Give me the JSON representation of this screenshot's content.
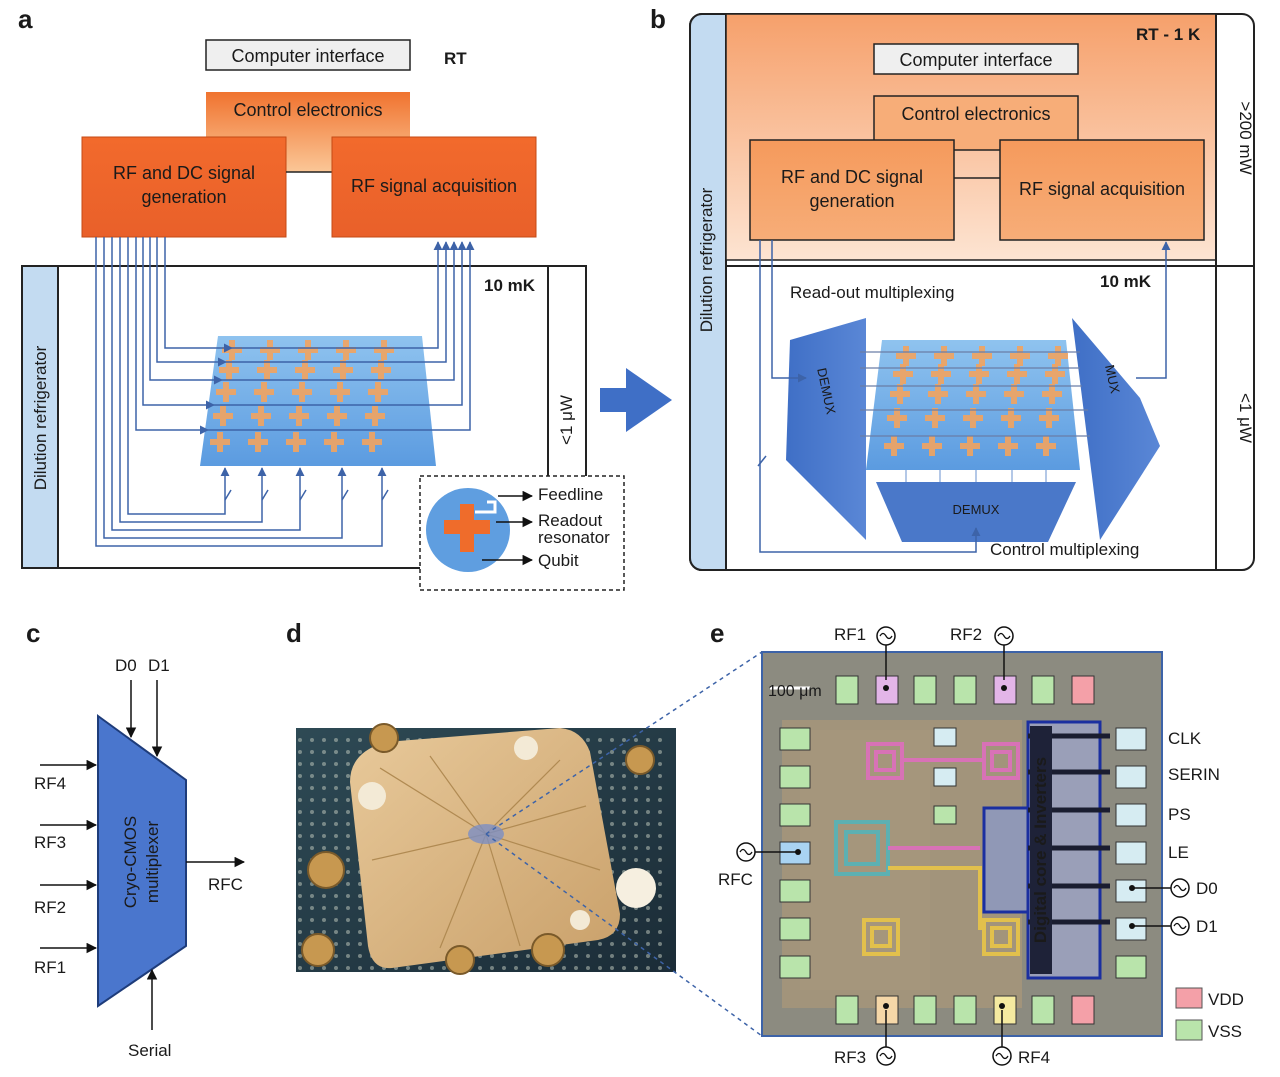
{
  "panel_a": {
    "label": "a",
    "computer_interface": "Computer interface",
    "control_electronics": "Control electronics",
    "rt": "RT",
    "rf_dc_line1": "RF and DC signal",
    "rf_dc_line2": "generation",
    "rf_acq": "RF signal acquisition",
    "temp": "10 mK",
    "dilution": "Dilution refrigerator",
    "power": "<1 μW",
    "legend_feedline": "Feedline",
    "legend_readout_line1": "Readout",
    "legend_readout_line2": "resonator",
    "legend_qubit": "Qubit"
  },
  "panel_b": {
    "label": "b",
    "rt_range": "RT - 1 K",
    "computer_interface": "Computer interface",
    "control_electronics": "Control electronics",
    "rf_dc_line1": "RF and DC signal",
    "rf_dc_line2": "generation",
    "rf_acq": "RF signal acquisition",
    "dilution": "Dilution refrigerator",
    "power_top": ">200 mW",
    "power_bottom": "<1 μW",
    "temp": "10 mK",
    "readout_mux": "Read-out multiplexing",
    "control_mux": "Control multiplexing",
    "demux_left": "DEMUX",
    "mux_right": "MUX",
    "demux_bottom": "DEMUX"
  },
  "panel_c": {
    "label": "c",
    "d0": "D0",
    "d1": "D1",
    "inputs": [
      "RF4",
      "RF3",
      "RF2",
      "RF1"
    ],
    "output": "RFC",
    "serial": "Serial",
    "block_line1": "Cryo-CMOS",
    "block_line2": "multiplexer"
  },
  "panel_d": {
    "label": "d"
  },
  "panel_e": {
    "label": "e",
    "scale": "100 μm",
    "core": "Digital core & Inverters",
    "top_pins": [
      "RF1",
      "RF2"
    ],
    "bottom_pins": [
      "RF3",
      "RF4"
    ],
    "left_pin": "RFC",
    "right_pins": [
      "CLK",
      "SERIN",
      "PS",
      "LE",
      "D0",
      "D1"
    ],
    "legend": [
      {
        "label": "VDD",
        "color": "#f4a0a8"
      },
      {
        "label": "VSS",
        "color": "#b9e4ab"
      }
    ]
  },
  "colors": {
    "accent_blue": "#3d63a8",
    "chip_blue": "#5f9ee0",
    "orange_dark": "#ee6a2e",
    "orange_light": "#f7a873",
    "frame_light_blue": "#c3dbf1"
  }
}
